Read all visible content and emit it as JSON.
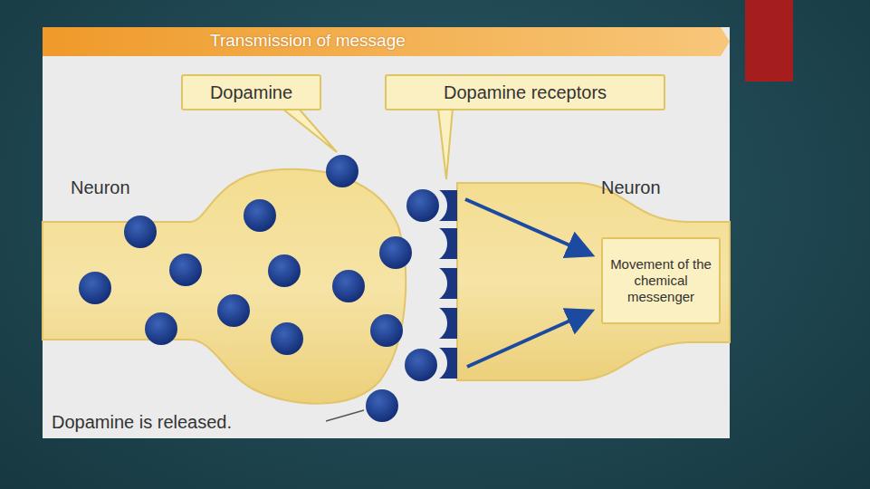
{
  "diagram": {
    "title": "Transmission of message",
    "nodes": [
      {
        "text": [
          "Dopamine"
        ]
      },
      {
        "text": [
          "Dopamine receptors"
        ]
      },
      {
        "text": [
          "Movement of the chemical messenger"
        ]
      }
    ],
    "labels": [
      "Neuron",
      "Neuron",
      "Dopamine is released."
    ]
  }
}
